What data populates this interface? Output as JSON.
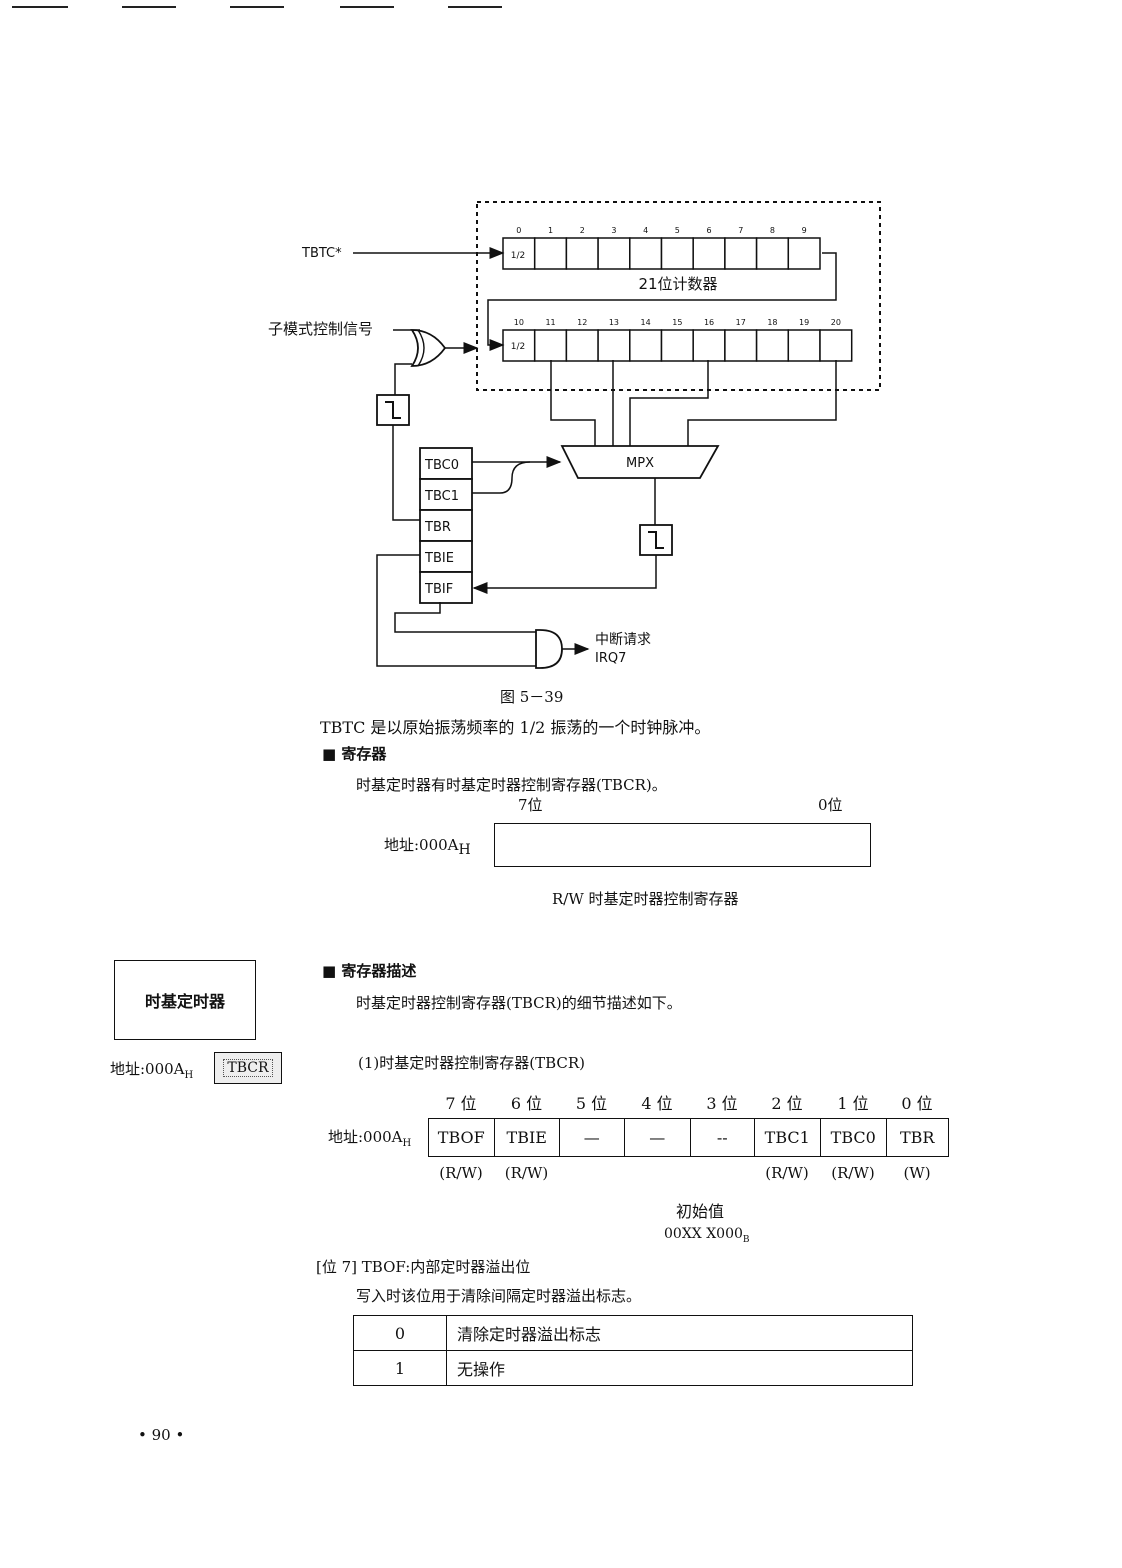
{
  "diagram": {
    "tbtc_input": "TBTC*",
    "submode_signal": "子模式控制信号",
    "counter_title": "21位计数器",
    "half_label": "1/2",
    "bits_row1": [
      "0",
      "1",
      "2",
      "3",
      "4",
      "5",
      "6",
      "7",
      "8",
      "9"
    ],
    "bits_row2": [
      "10",
      "11",
      "12",
      "13",
      "14",
      "15",
      "16",
      "17",
      "18",
      "19",
      "20"
    ],
    "mpx": "MPX",
    "regs": [
      "TBC0",
      "TBC1",
      "TBR",
      "TBIE",
      "TBIF"
    ],
    "irq_line1": "中断请求",
    "irq_line2": "IRQ7"
  },
  "figure_caption": "图 5－39",
  "tbtc_note": "TBTC 是以原始振荡频率的 1/2 振荡的一个时钟脉冲。",
  "section1": {
    "heading": "■ 寄存器",
    "desc": "时基定时器有时基定时器控制寄存器(TBCR)。",
    "bit7": "7位",
    "bit0": "0位",
    "addr_prefix": "地址:000A",
    "addr_sub": "H",
    "reg_caption": "R/W 时基定时器控制寄存器"
  },
  "sidebar": {
    "title": "时基定时器",
    "addr_prefix": "地址:000A",
    "addr_sub": "H",
    "tag": "TBCR"
  },
  "section2": {
    "heading": "■ 寄存器描述",
    "desc": "时基定时器控制寄存器(TBCR)的细节描述如下。",
    "sub_heading": "(1)时基定时器控制寄存器(TBCR)",
    "bit_labels": [
      "7 位",
      "6 位",
      "5 位",
      "4 位",
      "3 位",
      "2 位",
      "1 位",
      "0 位"
    ],
    "addr_prefix": "地址:000A",
    "addr_sub": "H",
    "cells": [
      "TBOF",
      "TBIE",
      "—",
      "—",
      "--",
      "TBC1",
      "TBC0",
      "TBR"
    ],
    "rw": [
      "(R/W)",
      "(R/W)",
      "",
      "",
      "",
      "(R/W)",
      "(R/W)",
      "(W)"
    ],
    "init_label": "初始值",
    "init_value": "00XX X000",
    "init_sub": "B"
  },
  "bit7_section": {
    "heading": "[位 7] TBOF:内部定时器溢出位",
    "desc": "写入时该位用于清除间隔定时器溢出标志。",
    "rows": [
      {
        "value": "0",
        "meaning": "清除定时器溢出标志"
      },
      {
        "value": "1",
        "meaning": "无操作"
      }
    ]
  },
  "page_number": "• 90 •"
}
